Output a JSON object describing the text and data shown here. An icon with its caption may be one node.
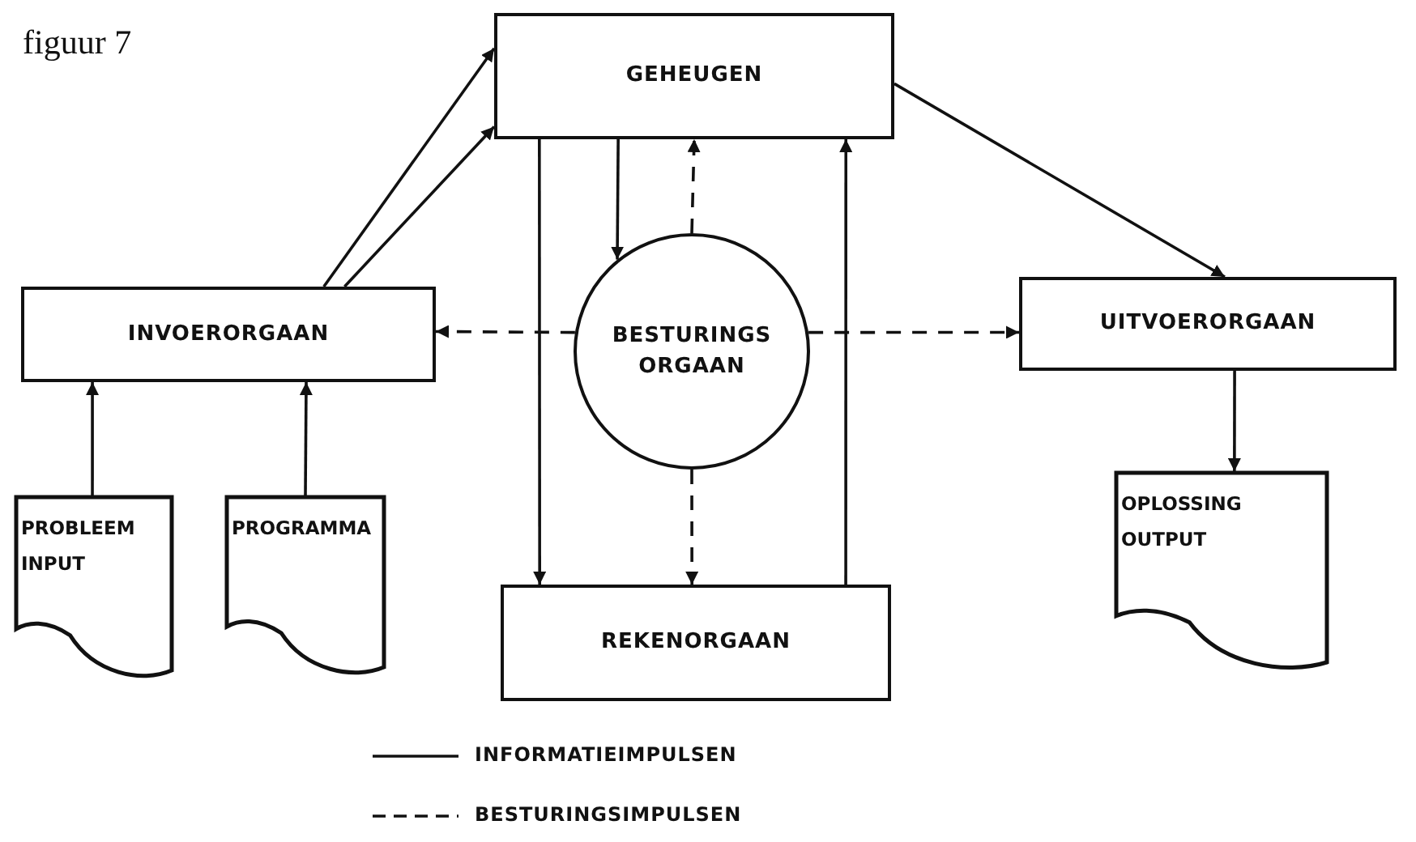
{
  "diagram": {
    "nodes": [
      {
        "text": [
          "GEHEUGEN"
        ]
      },
      {
        "text": [
          "INVOERORGAAN"
        ]
      },
      {
        "text": [
          "BESTURINGS ORGAAN"
        ]
      },
      {
        "text": [
          "UITVOERORGAAN"
        ]
      },
      {
        "text": [
          "PROBLEEM INPUT"
        ]
      },
      {
        "text": [
          "PROGRAMMA"
        ]
      },
      {
        "text": [
          "REKENORGAAN"
        ]
      },
      {
        "text": [
          "OPLOSSING OUTPUT"
        ]
      }
    ],
    "edges": [
      {
        "from": 1,
        "to": 0,
        "arrow": "to"
      },
      {
        "from": 1,
        "to": 0,
        "arrow": "to"
      },
      {
        "from": 0,
        "to": 3,
        "arrow": "to"
      },
      {
        "from": 0,
        "to": 2,
        "arrow": "to"
      },
      {
        "from": 2,
        "to": 0,
        "arrow": "to",
        "style": "dashed"
      },
      {
        "from": 2,
        "to": 1,
        "arrow": "to",
        "style": "dashed"
      },
      {
        "from": 2,
        "to": 3,
        "arrow": "to",
        "style": "dashed"
      },
      {
        "from": 2,
        "to": 6,
        "arrow": "to",
        "style": "dashed"
      },
      {
        "from": 0,
        "to": 6,
        "arrow": "to"
      },
      {
        "from": 6,
        "to": 0,
        "arrow": "to"
      },
      {
        "from": 4,
        "to": 1,
        "arrow": "to"
      },
      {
        "from": 5,
        "to": 1,
        "arrow": "to"
      },
      {
        "from": 3,
        "to": 7,
        "arrow": "to"
      }
    ],
    "labels": [
      "figuur 7"
    ],
    "legend": [
      {
        "text": "INFORMATIEIMPULSEN"
      },
      {
        "text": "BESTURINGSIMPULSEN"
      }
    ]
  }
}
